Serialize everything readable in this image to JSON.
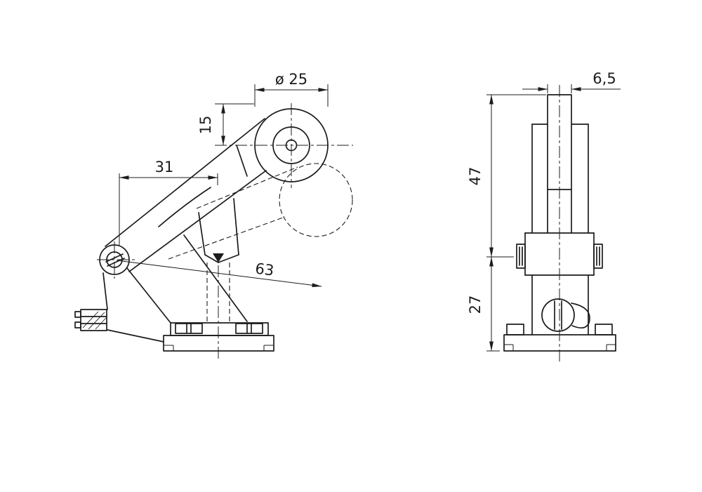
{
  "drawing": {
    "type": "technical-dimension-drawing",
    "background": "#ffffff",
    "line_color": "#1c1c1c",
    "dimensions": {
      "roller_diameter": "ø 25",
      "roller_top_offset": "15",
      "pivot_horizontal": "31",
      "lever_length": "63",
      "roller_width": "6,5",
      "upper_height": "47",
      "lower_height": "27"
    }
  }
}
